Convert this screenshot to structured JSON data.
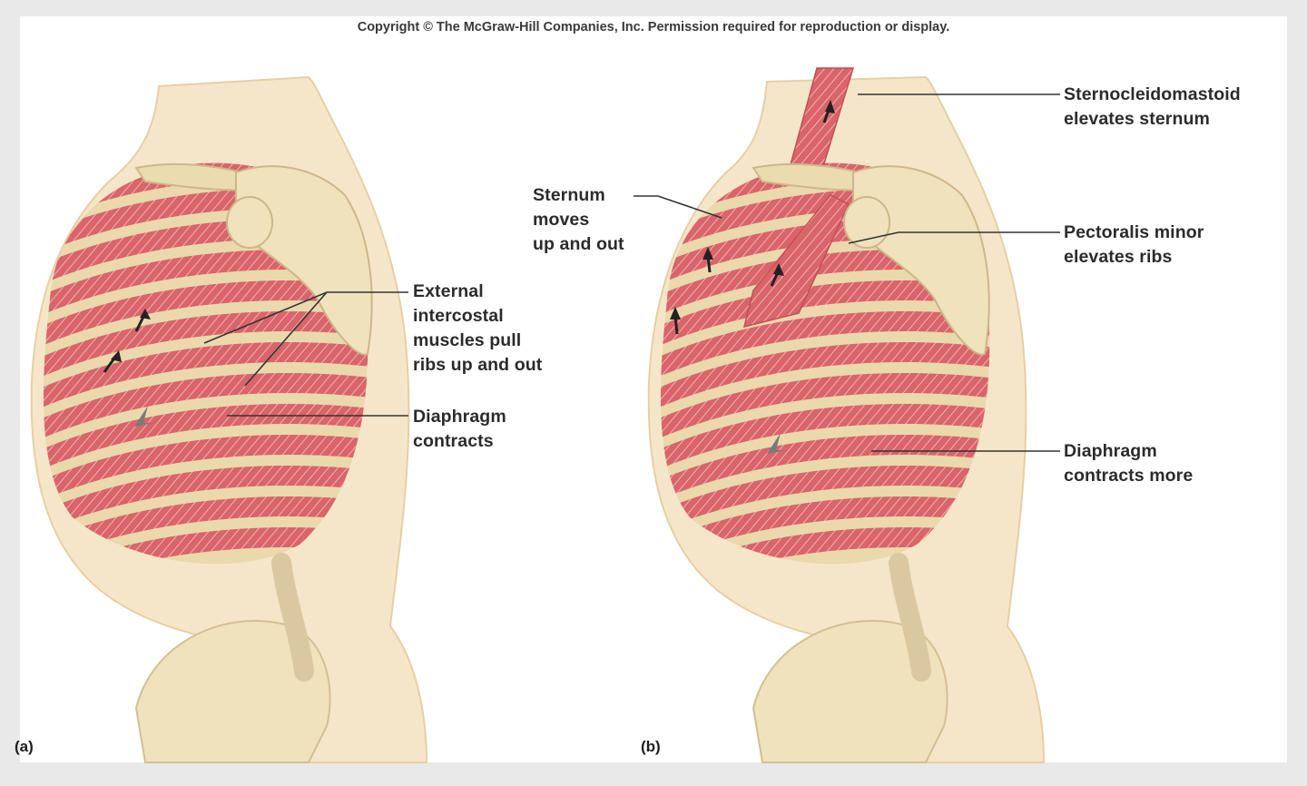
{
  "copyright": "Copyright © The McGraw-Hill Companies, Inc. Permission required for reproduction or display.",
  "panels": [
    {
      "id": "a",
      "label": "(a)",
      "callouts": [
        "External\nintercostal\nmuscles pull\nribs up and out",
        "Diaphragm\ncontracts"
      ]
    },
    {
      "id": "b",
      "label": "(b)",
      "callouts": [
        "Sternocleidomastoid\nelevates sternum",
        "Sternum\nmoves\nup and out",
        "Pectoralis minor\nelevates ribs",
        "Diaphragm\ncontracts more"
      ]
    }
  ],
  "colors": {
    "skin": "#f6e6c9",
    "bone": "#e2d3a6",
    "muscle": "#d9646a",
    "leader": "#333333"
  }
}
